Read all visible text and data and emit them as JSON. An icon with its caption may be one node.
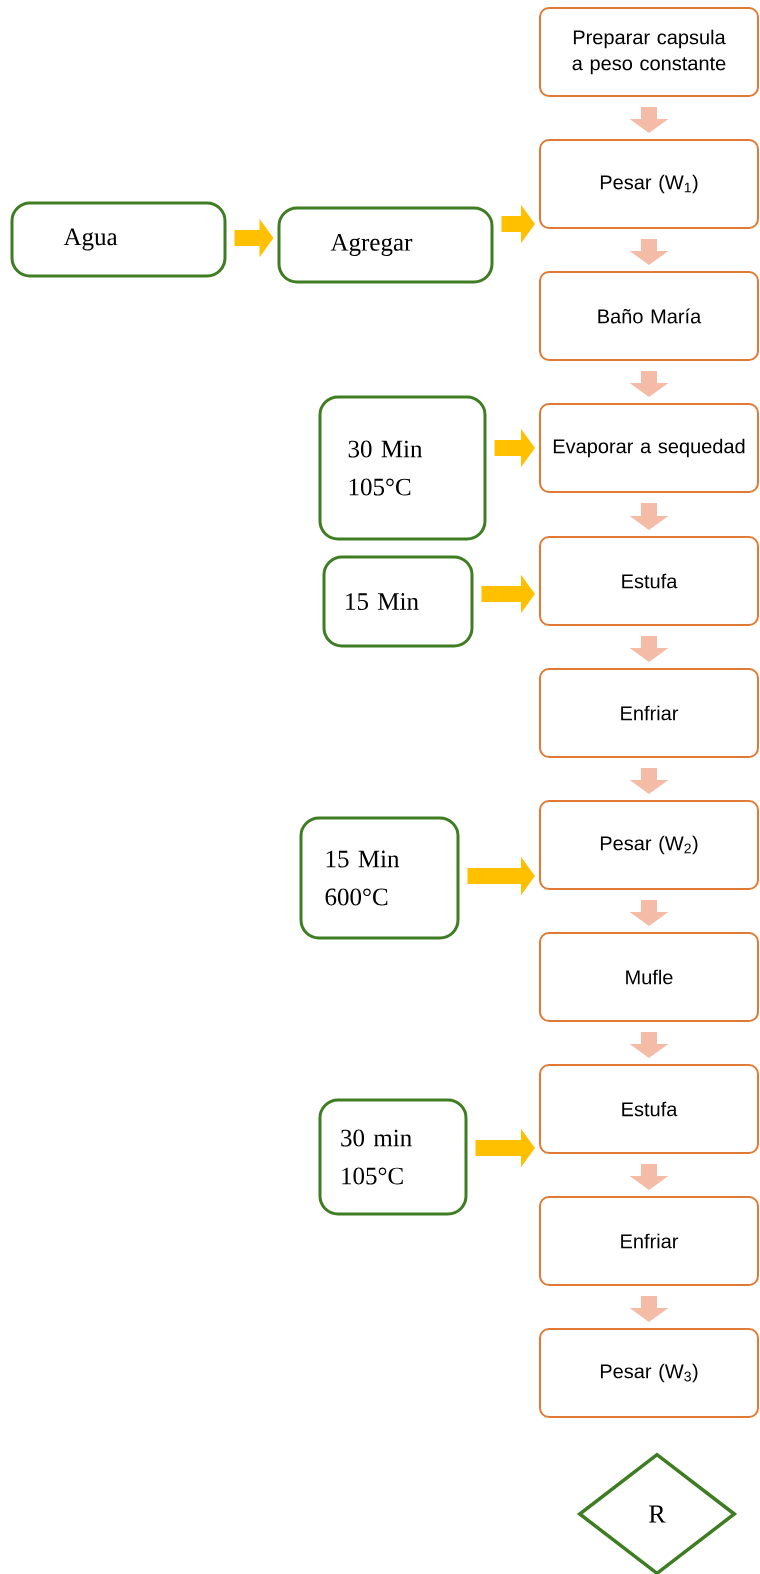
{
  "diagram": {
    "nodes": [
      {
        "text": [
          "Preparar capsula a peso constante"
        ]
      },
      {
        "text": [
          "Pesar (W$_{1}$)"
        ]
      },
      {
        "text": [
          "Baño María"
        ]
      },
      {
        "text": [
          "Evaporar a sequedad"
        ]
      },
      {
        "text": [
          "Estufa"
        ]
      },
      {
        "text": [
          "Enfriar"
        ]
      },
      {
        "text": [
          "Pesar (W$_{2}$)"
        ]
      },
      {
        "text": [
          "Mufle"
        ]
      },
      {
        "text": [
          "Estufa"
        ]
      },
      {
        "text": [
          "Enfriar"
        ]
      },
      {
        "text": [
          "Pesar (W$_{3}$)"
        ]
      },
      {
        "text": [
          "R"
        ]
      },
      {
        "text": [
          "Agua"
        ]
      },
      {
        "text": [
          "Agregar"
        ]
      },
      {
        "text": [
          "30 Min 105°C"
        ]
      },
      {
        "text": [
          "15 Min"
        ]
      },
      {
        "text": [
          "15 Min 600°C"
        ]
      },
      {
        "text": [
          "30 min 105°C"
        ]
      }
    ],
    "edges": [
      {
        "from": 0,
        "to": 1,
        "arrow": "to"
      },
      {
        "from": 1,
        "to": 2,
        "arrow": "to"
      },
      {
        "from": 2,
        "to": 3,
        "arrow": "to"
      },
      {
        "from": 3,
        "to": 4,
        "arrow": "to"
      },
      {
        "from": 4,
        "to": 5,
        "arrow": "to"
      },
      {
        "from": 5,
        "to": 6,
        "arrow": "to"
      },
      {
        "from": 6,
        "to": 7,
        "arrow": "to"
      },
      {
        "from": 7,
        "to": 8,
        "arrow": "to"
      },
      {
        "from": 8,
        "to": 9,
        "arrow": "to"
      },
      {
        "from": 9,
        "to": 10,
        "arrow": "to"
      },
      {
        "from": 12,
        "to": 13,
        "arrow": "to",
        "color": "#ffc000"
      },
      {
        "from": 13,
        "to": 1,
        "arrow": "to",
        "color": "#ffc000"
      },
      {
        "from": 14,
        "to": 3,
        "arrow": "to",
        "color": "#ffc000"
      },
      {
        "from": 15,
        "to": 4,
        "arrow": "to",
        "color": "#ffc000"
      },
      {
        "from": 16,
        "to": 6,
        "arrow": "to",
        "color": "#ffc000"
      },
      {
        "from": 17,
        "to": 8,
        "arrow": "to",
        "color": "#ffc000"
      }
    ]
  }
}
